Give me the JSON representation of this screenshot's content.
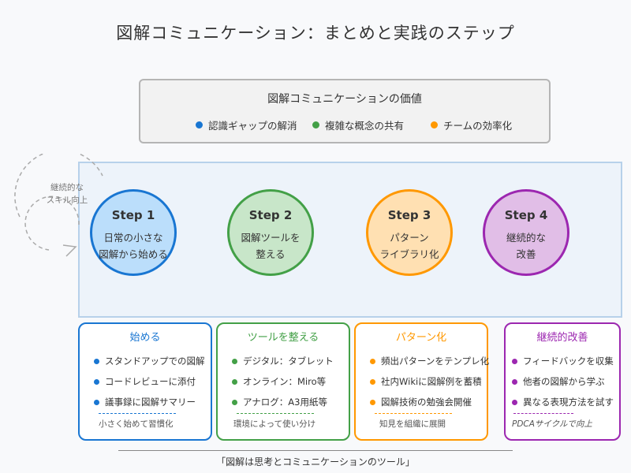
{
  "title": "図解コミュニケーション：まとめと実践のステップ",
  "value_box": {
    "title": "図解コミュニケーションの価値",
    "items": [
      {
        "label": "認識ギャップの解消",
        "color": "#1976d2"
      },
      {
        "label": "複雑な概念の共有",
        "color": "#43a047"
      },
      {
        "label": "チームの効率化",
        "color": "#ff9800"
      }
    ]
  },
  "cycle": {
    "label_line1": "継続的な",
    "label_line2": "スキル向上"
  },
  "steps": [
    {
      "label": "Step 1",
      "desc1": "日常の小さな",
      "desc2": "図解から始める",
      "border": "#1976d2",
      "fill": "#bbdefb"
    },
    {
      "label": "Step 2",
      "desc1": "図解ツールを",
      "desc2": "整える",
      "border": "#43a047",
      "fill": "#c8e6c9"
    },
    {
      "label": "Step 3",
      "desc1": "パターン",
      "desc2": "ライブラリ化",
      "border": "#ff9800",
      "fill": "#ffe0b2"
    },
    {
      "label": "Step 4",
      "desc1": "継続的な",
      "desc2": "改善",
      "border": "#9c27b0",
      "fill": "#e1bee7"
    }
  ],
  "cards": [
    {
      "title": "始める",
      "color": "#1976d2",
      "items": [
        "スタンドアップでの図解",
        "コードレビューに添付",
        "議事録に図解サマリー"
      ],
      "note": "小さく始めて習慣化"
    },
    {
      "title": "ツールを整える",
      "color": "#43a047",
      "items": [
        "デジタル：タブレット",
        "オンライン：Miro等",
        "アナログ：A3用紙等"
      ],
      "note": "環境によって使い分け"
    },
    {
      "title": "パターン化",
      "color": "#ff9800",
      "items": [
        "頻出パターンをテンプレ化",
        "社内Wikiに図解例を蓄積",
        "図解技術の勉強会開催"
      ],
      "note": "知見を組織に展開"
    },
    {
      "title": "継続的改善",
      "color": "#9c27b0",
      "items": [
        "フィードバックを収集",
        "他者の図解から学ぶ",
        "異なる表現方法を試す"
      ],
      "note": "PDCAサイクルで向上"
    }
  ],
  "caption": "「図解は思考とコミュニケーションのツール」"
}
